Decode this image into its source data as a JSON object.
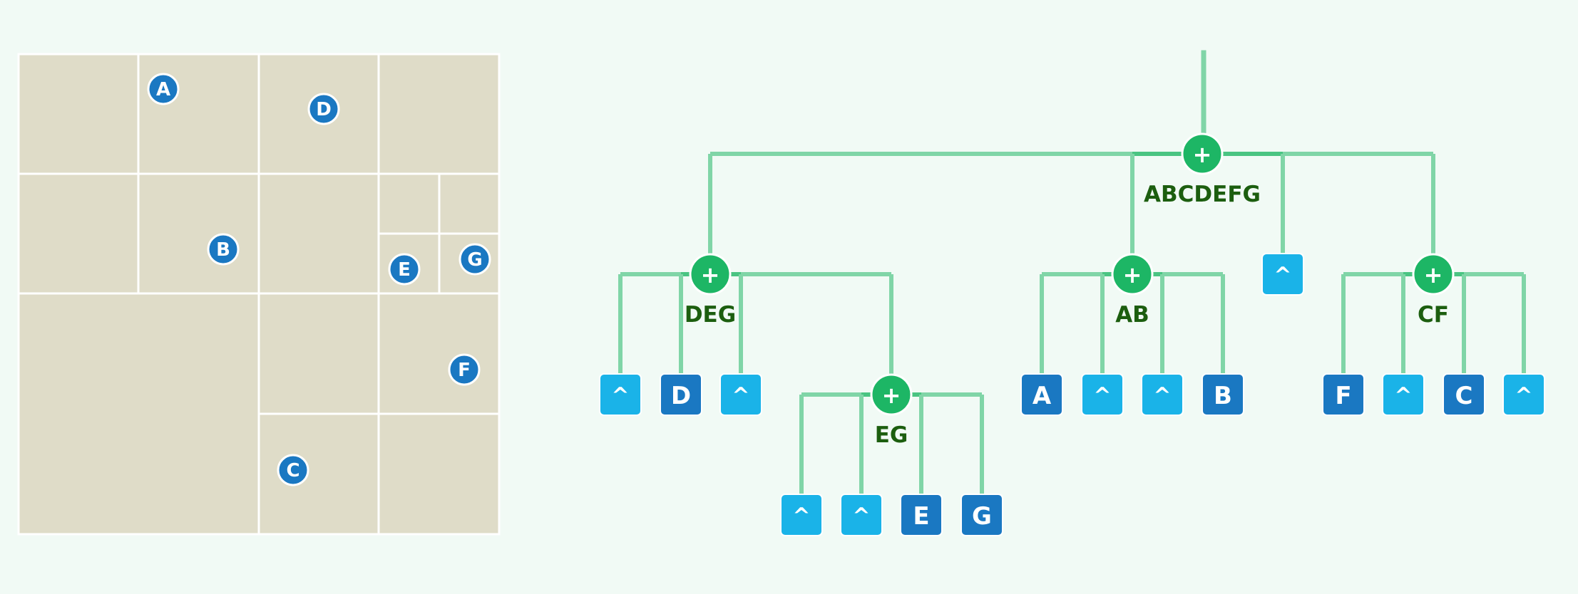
{
  "colors": {
    "background": "#f1faf5",
    "cell_fill": "#dfdcc8",
    "cell_border": "#ffffff",
    "point_fill": "#1a78c2",
    "internal_node_fill": "#1db665",
    "edge": "#80d5a7",
    "edge_dark": "#1db665",
    "label_text": "#1c5e0f",
    "empty_leaf_fill": "#1ab3e8",
    "point_leaf_fill": "#1a78c2",
    "white": "#ffffff"
  },
  "quadtree": {
    "points": [
      {
        "id": "A",
        "label": "A"
      },
      {
        "id": "B",
        "label": "B"
      },
      {
        "id": "C",
        "label": "C"
      },
      {
        "id": "D",
        "label": "D"
      },
      {
        "id": "E",
        "label": "E"
      },
      {
        "id": "F",
        "label": "F"
      },
      {
        "id": "G",
        "label": "G"
      }
    ]
  },
  "tree": {
    "internal_nodes": [
      {
        "id": "root",
        "symbol": "+",
        "label": "ABCDEFG"
      },
      {
        "id": "deg",
        "symbol": "+",
        "label": "DEG"
      },
      {
        "id": "ab",
        "symbol": "+",
        "label": "AB"
      },
      {
        "id": "cf",
        "symbol": "+",
        "label": "CF"
      },
      {
        "id": "eg",
        "symbol": "+",
        "label": "EG"
      }
    ],
    "leaves": [
      {
        "id": "l-deg-1",
        "label": "^",
        "kind": "empty"
      },
      {
        "id": "l-deg-d",
        "label": "D",
        "kind": "point"
      },
      {
        "id": "l-deg-3",
        "label": "^",
        "kind": "empty"
      },
      {
        "id": "l-eg-1",
        "label": "^",
        "kind": "empty"
      },
      {
        "id": "l-eg-2",
        "label": "^",
        "kind": "empty"
      },
      {
        "id": "l-eg-e",
        "label": "E",
        "kind": "point"
      },
      {
        "id": "l-eg-g",
        "label": "G",
        "kind": "point"
      },
      {
        "id": "l-ab-a",
        "label": "A",
        "kind": "point"
      },
      {
        "id": "l-ab-2",
        "label": "^",
        "kind": "empty"
      },
      {
        "id": "l-ab-3",
        "label": "^",
        "kind": "empty"
      },
      {
        "id": "l-ab-b",
        "label": "B",
        "kind": "point"
      },
      {
        "id": "l-root-empty",
        "label": "^",
        "kind": "empty"
      },
      {
        "id": "l-cf-f",
        "label": "F",
        "kind": "point"
      },
      {
        "id": "l-cf-2",
        "label": "^",
        "kind": "empty"
      },
      {
        "id": "l-cf-c",
        "label": "C",
        "kind": "point"
      },
      {
        "id": "l-cf-4",
        "label": "^",
        "kind": "empty"
      }
    ]
  }
}
